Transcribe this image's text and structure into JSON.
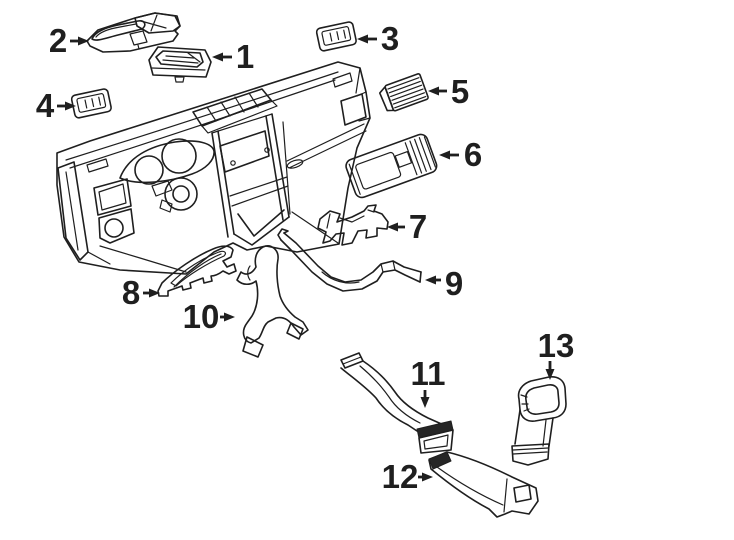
{
  "diagram": {
    "background_color": "#ffffff",
    "line_color": "#1f1f1f",
    "shade_color": "#262626",
    "callouts": [
      {
        "label": "1",
        "arrow": "left"
      },
      {
        "label": "2",
        "arrow": "right"
      },
      {
        "label": "3",
        "arrow": "left"
      },
      {
        "label": "4",
        "arrow": "right"
      },
      {
        "label": "5",
        "arrow": "left"
      },
      {
        "label": "6",
        "arrow": "left"
      },
      {
        "label": "7",
        "arrow": "left"
      },
      {
        "label": "8",
        "arrow": "right"
      },
      {
        "label": "9",
        "arrow": "left"
      },
      {
        "label": "10",
        "arrow": "right"
      },
      {
        "label": "11",
        "arrow": "down"
      },
      {
        "label": "12",
        "arrow": "right"
      },
      {
        "label": "13",
        "arrow": "down"
      }
    ]
  }
}
